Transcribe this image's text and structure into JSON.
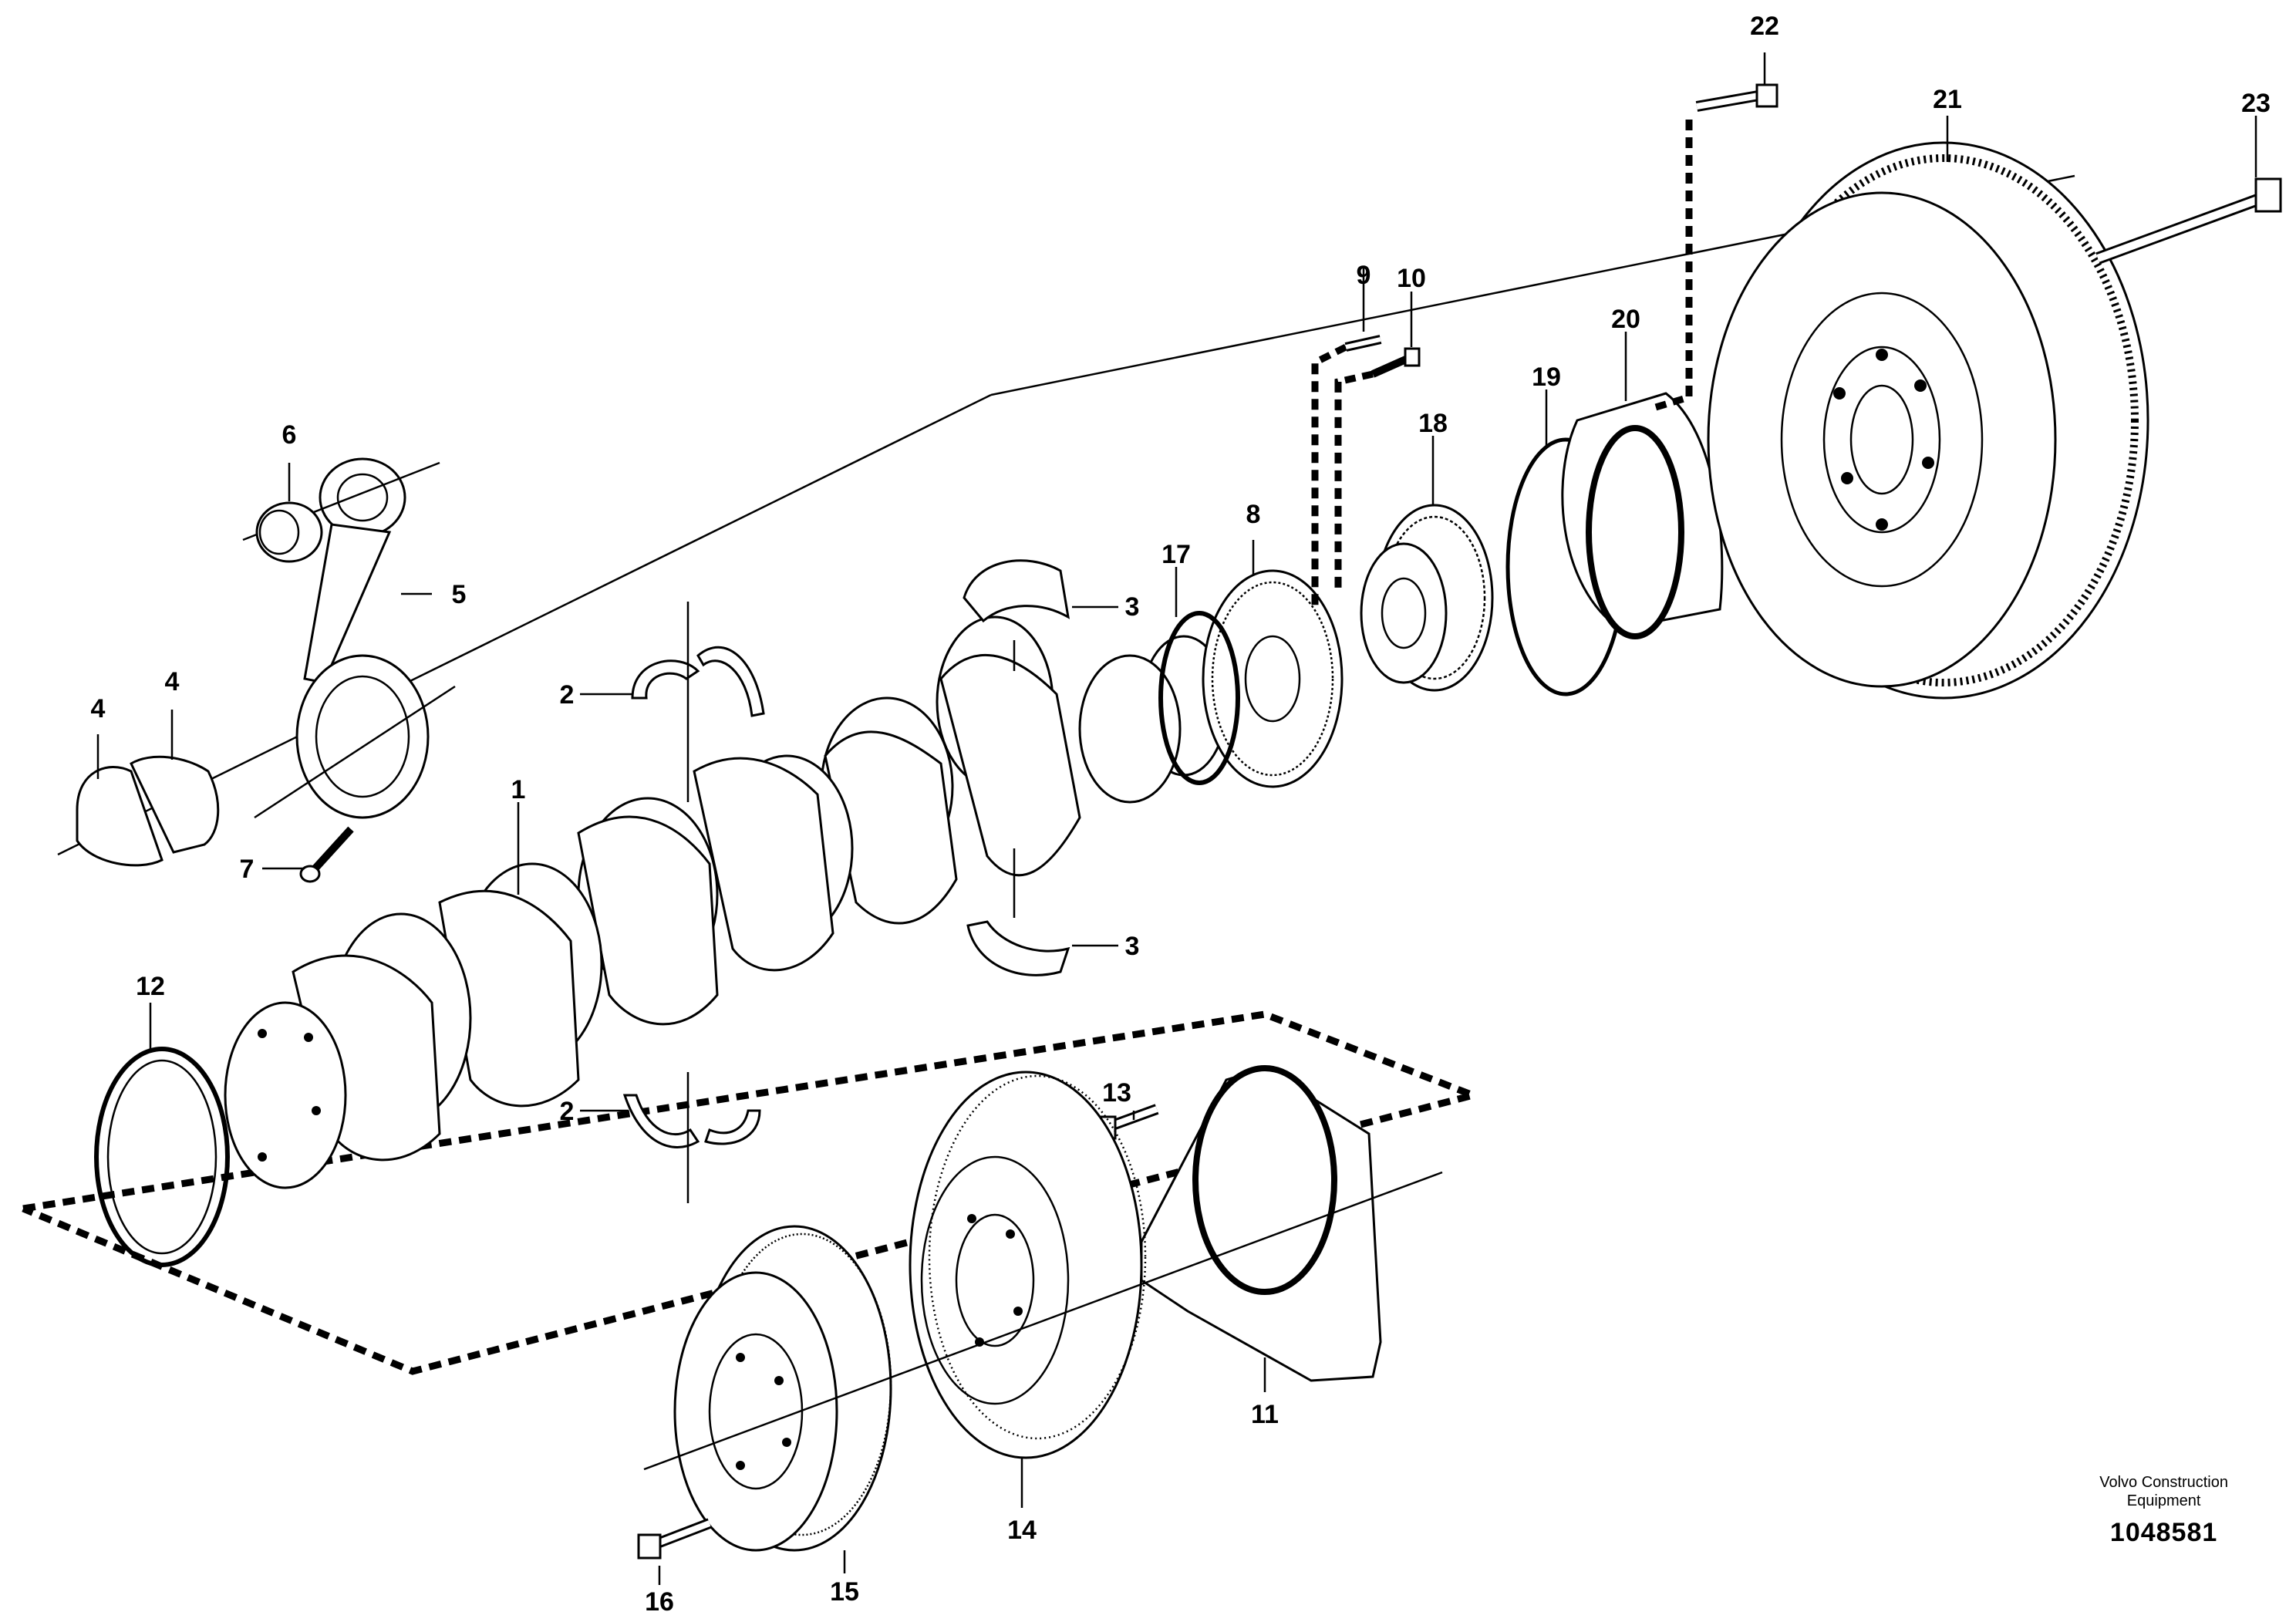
{
  "diagram": {
    "callouts": [
      "1",
      "2",
      "2",
      "3",
      "3",
      "4",
      "4",
      "5",
      "6",
      "7",
      "8",
      "9",
      "10",
      "11",
      "12",
      "13",
      "14",
      "15",
      "16",
      "17",
      "18",
      "19",
      "20",
      "21",
      "22",
      "23"
    ]
  },
  "footer": {
    "maker_line1": "Volvo Construction",
    "maker_line2": "Equipment",
    "reference": "1048581"
  }
}
